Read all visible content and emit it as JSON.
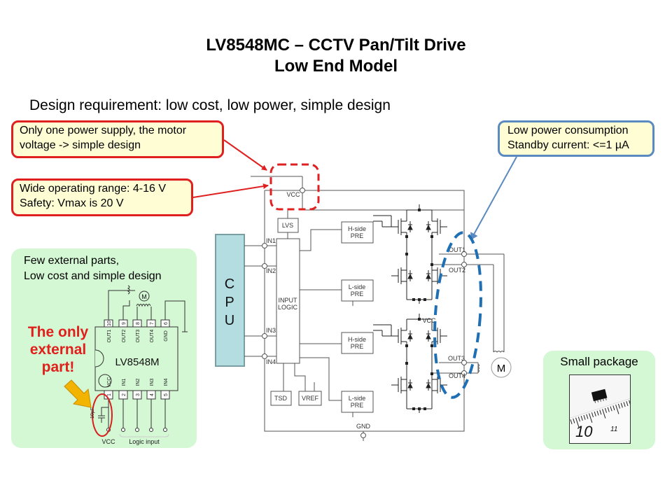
{
  "slide": {
    "title_line1": "LV8548MC – CCTV Pan/Tilt Drive",
    "title_line2": "Low End Model",
    "requirement": "Design requirement: low cost, low power, simple design"
  },
  "callouts": {
    "power_supply": [
      "Only one power supply, the motor",
      "voltage -> simple design"
    ],
    "operating_range": [
      "Wide operating range: 4-16 V",
      "Safety: Vmax is 20 V"
    ],
    "low_power": [
      "Low power consumption",
      "Standby current: <=1 µA"
    ]
  },
  "few_parts": {
    "text": [
      "Few external parts,",
      "Low cost and simple design"
    ],
    "highlight": [
      "The only",
      "external",
      "part!"
    ],
    "chip_name": "LV8548M",
    "top_pins": [
      {
        "num": "10",
        "name": "OUT1"
      },
      {
        "num": "9",
        "name": "OUT2"
      },
      {
        "num": "8",
        "name": "OUT3"
      },
      {
        "num": "7",
        "name": "OUT4"
      },
      {
        "num": "6",
        "name": "GND"
      }
    ],
    "bottom_pins": [
      {
        "num": "1",
        "name": "VCC"
      },
      {
        "num": "2",
        "name": "IN1"
      },
      {
        "num": "3",
        "name": "IN2"
      },
      {
        "num": "4",
        "name": "IN3"
      },
      {
        "num": "5",
        "name": "IN4"
      }
    ],
    "capacitor": "10µF",
    "motor": "M",
    "vcc_label": "VCC",
    "logic_label": "Logic input"
  },
  "block_diagram": {
    "cpu": [
      "C",
      "P",
      "U"
    ],
    "vcc": "VCC",
    "vcc2": "VCC",
    "gnd": "GND",
    "inputs": [
      "IN1",
      "IN2",
      "IN3",
      "IN4"
    ],
    "outputs": [
      "OUT1",
      "OUT2",
      "OUT3",
      "OUT4"
    ],
    "blocks": {
      "lvs": "LVS",
      "input_logic": [
        "INPUT",
        "LOGIC"
      ],
      "tsd": "TSD",
      "vref": "VREF",
      "hside": [
        "H-side",
        "PRE"
      ],
      "lside": [
        "L-side",
        "PRE"
      ]
    },
    "motor": "M"
  },
  "package": {
    "label": "Small package",
    "ruler_numbers": [
      "10",
      "11"
    ]
  },
  "colors": {
    "red": "#e02020",
    "blue_outline": "#5a8abf",
    "blue_dash": "#1f6fb4",
    "callout_fill": "#fefdd3",
    "green_panel": "#d4f7d4",
    "cpu_fill": "#b3dde0"
  }
}
